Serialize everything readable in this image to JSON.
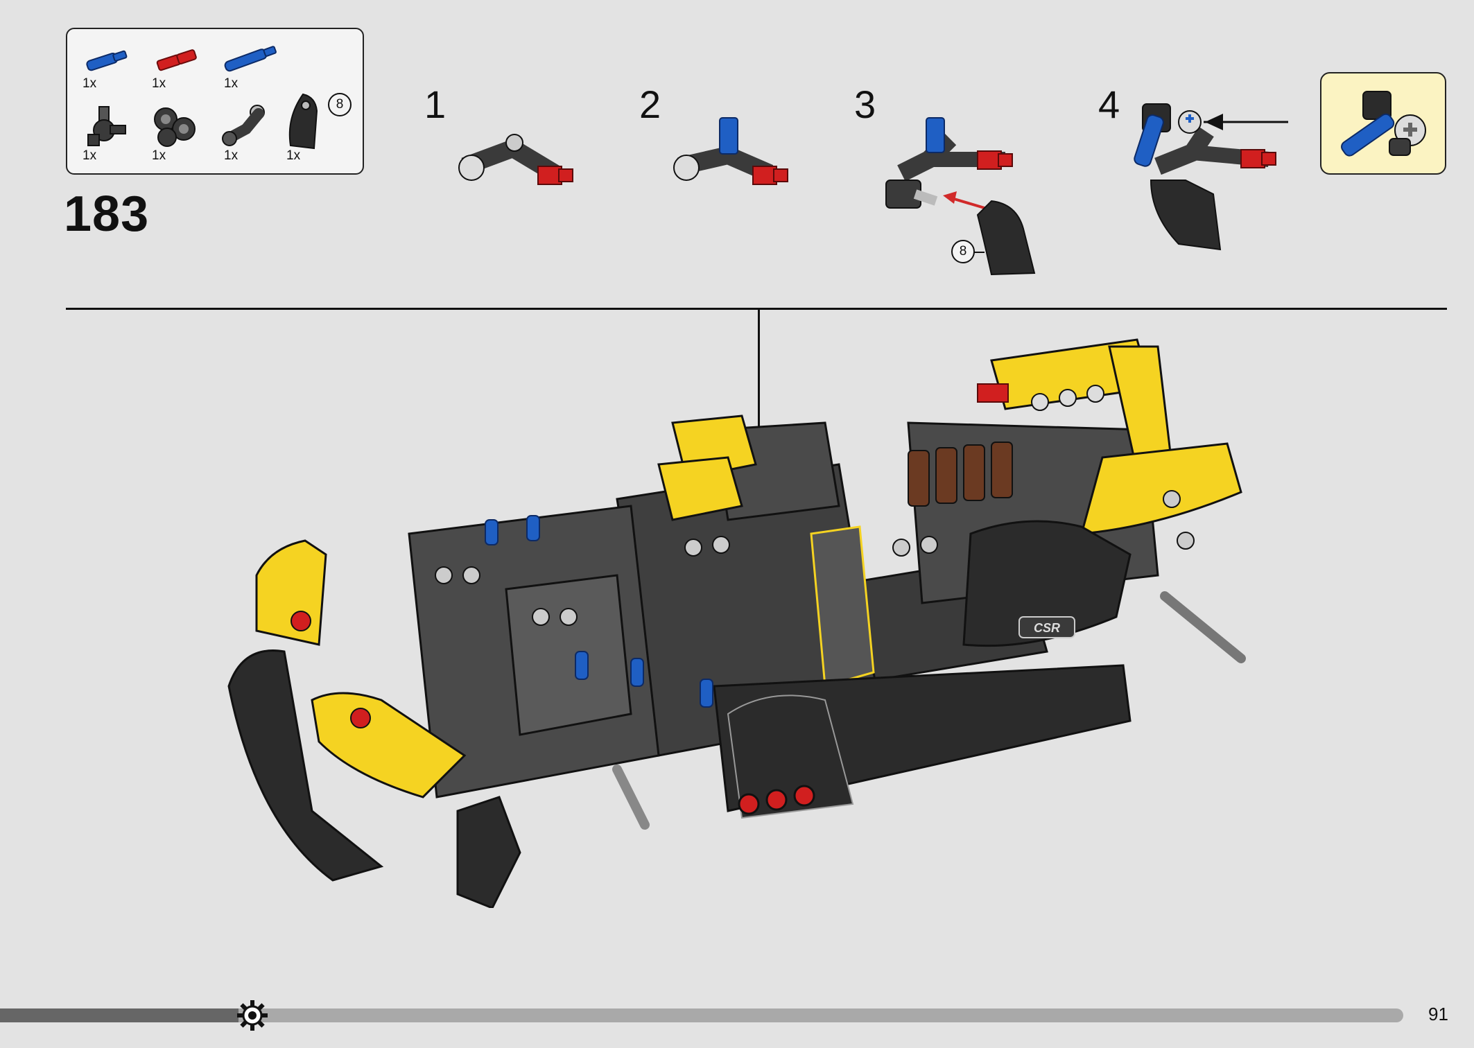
{
  "parts_list": {
    "items": [
      {
        "name": "blue-axle-pin",
        "color": "#1f5fc4",
        "qty": "1x"
      },
      {
        "name": "red-axle-pin",
        "color": "#d11f1f",
        "qty": "1x"
      },
      {
        "name": "blue-long-pin",
        "color": "#1f5fc4",
        "qty": "1x"
      },
      {
        "name": "axle-connector-hub",
        "color": "#3a3a3a",
        "qty": "1x"
      },
      {
        "name": "triple-pin-connector",
        "color": "#3a3a3a",
        "qty": "1x"
      },
      {
        "name": "angle-connector",
        "color": "#3a3a3a",
        "qty": "1x"
      },
      {
        "name": "panel-fairing",
        "color": "#2b2b2b",
        "qty": "1x"
      }
    ],
    "callout": "8"
  },
  "step": {
    "number": "183",
    "substeps": [
      "1",
      "2",
      "3",
      "4"
    ],
    "callout": "8"
  },
  "model": {
    "badge": "CSR",
    "accent_color": "#f5d322",
    "body_color": "#2b2b2b"
  },
  "progress": {
    "fraction": 0.17
  },
  "page": {
    "number": "91"
  }
}
